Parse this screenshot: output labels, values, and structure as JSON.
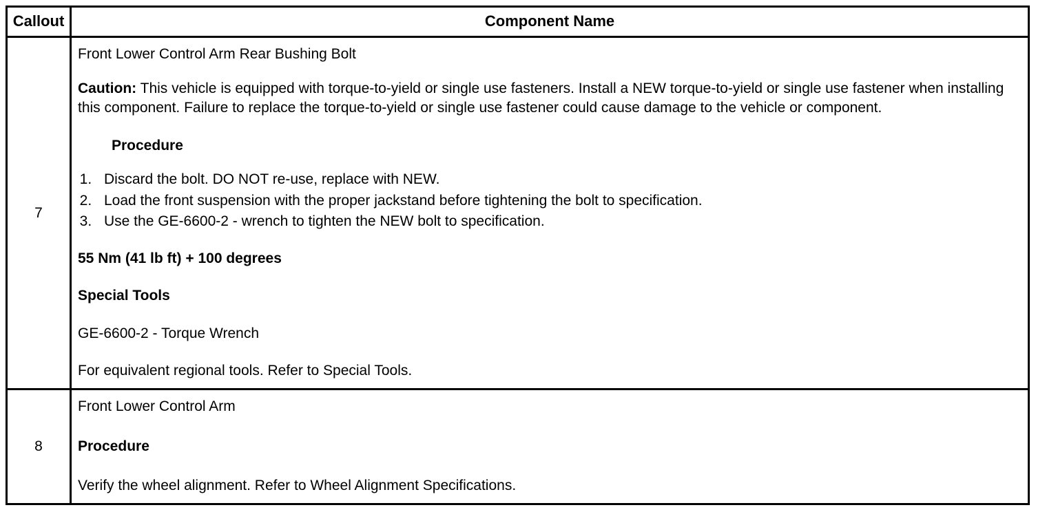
{
  "table": {
    "headers": {
      "callout": "Callout",
      "component_name": "Component Name"
    },
    "rows": [
      {
        "callout": "7",
        "title": "Front Lower Control Arm Rear Bushing Bolt",
        "caution_label": "Caution:",
        "caution_text": " This vehicle is equipped with torque-to-yield or single use fasteners. Install a NEW torque-to-yield or single use fastener when installing this component. Failure to replace the torque-to-yield or single use fastener could cause damage to the vehicle or component.",
        "procedure_heading": "Procedure",
        "procedure_steps": [
          "Discard the bolt. DO NOT re-use, replace with NEW.",
          "Load the front suspension with the proper jackstand before tightening the bolt to specification.",
          "Use the GE-6600-2 - wrench to tighten the NEW bolt to specification."
        ],
        "torque_spec": "55 Nm (41 lb ft) + 100 degrees",
        "special_tools_heading": "Special Tools",
        "special_tool": "GE-6600-2 - Torque Wrench",
        "special_tools_note": "For equivalent regional tools. Refer to Special Tools."
      },
      {
        "callout": "8",
        "title": "Front Lower Control Arm",
        "procedure_heading": "Procedure",
        "body": "Verify the wheel alignment. Refer to Wheel Alignment Specifications."
      }
    ]
  },
  "colors": {
    "border": "#000000",
    "text": "#000000",
    "background": "#ffffff"
  }
}
